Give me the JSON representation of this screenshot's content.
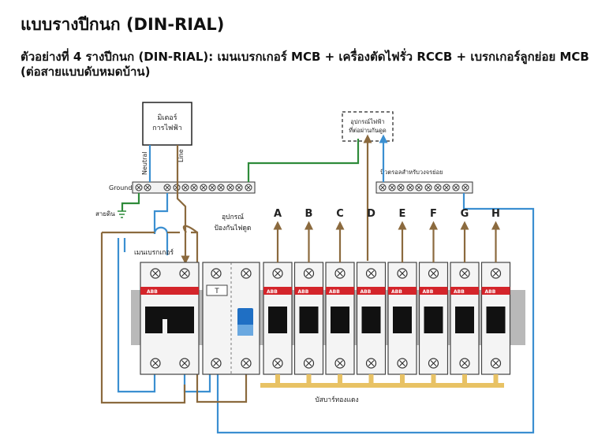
{
  "title": "แบบรางปีกนก (DIN-RIAL)",
  "subtitle": "ตัวอย่างที่ 4 รางปีกนก (DIN-RIAL): เมนเบรกเกอร์ MCB + เครื่องตัดไฟรั่ว RCCB + เบรกเกอร์ลูกย่อย MCB (ต่อสายแบบดับหมดบ้าน)",
  "meter": {
    "line1": "มิเตอร์",
    "line2": "การไฟฟ้า",
    "neutral": "Neutral",
    "line": "Line"
  },
  "ground": {
    "label": "Ground",
    "earth": "สายดิน"
  },
  "protector_top": {
    "line1": "อุปกรณ์ไฟฟ้า",
    "line2": "ที่ต่อผ่านกันดูด"
  },
  "neutral_bar": "นิวตรอลสำหรับวงจรย่อย",
  "rccb": {
    "line1": "อุปกรณ์",
    "line2": "ป้องกันไฟดูด",
    "test": "T"
  },
  "main_breaker": "เมนเบรกเกอร์",
  "brand": "ABB",
  "busbar": "บัสบาร์ทองแดง",
  "circuits": [
    "A",
    "B",
    "C",
    "D",
    "E",
    "F",
    "G",
    "H"
  ],
  "colors": {
    "neutral": "#3b8fd1",
    "line": "#8b6a3e",
    "ground": "#2e8b3a",
    "breaker_red": "#d4242a",
    "rccb_blue": "#1f6fc4",
    "busbar": "#e8c264"
  }
}
